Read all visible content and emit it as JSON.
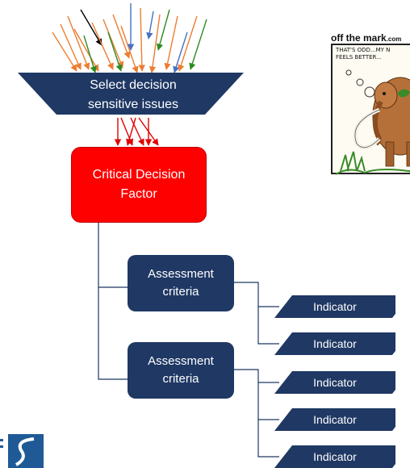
{
  "funnel": {
    "line1": "Select decision",
    "line2": "sensitive issues"
  },
  "critical_factor": {
    "line1": "Critical Decision",
    "line2": "Factor"
  },
  "criteria": [
    {
      "line1": "Assessment",
      "line2": "criteria"
    },
    {
      "line1": "Assessment",
      "line2": "criteria"
    }
  ],
  "indicators": [
    "Indicator",
    "Indicator",
    "Indicator",
    "Indicator",
    "Indicator"
  ],
  "cartoon": {
    "title": "off the mark",
    "title_suffix": ".com",
    "caption_line1": "THAT'S ODD...MY N",
    "caption_line2": "FEELS BETTER..."
  },
  "colors": {
    "navy": "#1f3864",
    "red": "#ff0000",
    "connector": "#1f3864",
    "arrow_orange": "#ed7d31",
    "arrow_green": "#2e8b22",
    "arrow_blue": "#4472c4",
    "arrow_black": "#000000",
    "arrow_red": "#e00000"
  }
}
